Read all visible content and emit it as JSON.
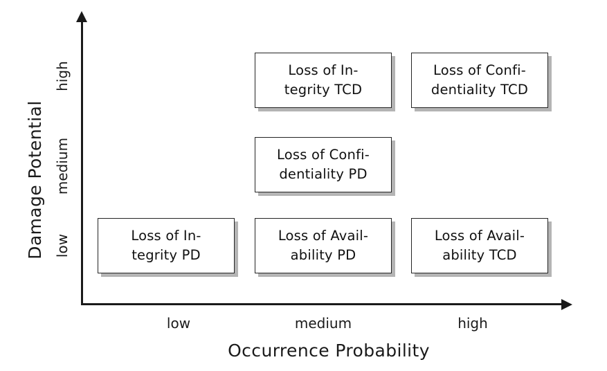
{
  "chart_data": {
    "type": "heatmap",
    "title": "",
    "xlabel": "Occurrence Probability",
    "ylabel": "Damage Potential",
    "x_categories": [
      "low",
      "medium",
      "high"
    ],
    "y_categories": [
      "low",
      "medium",
      "high"
    ],
    "grid": false,
    "legend": "none",
    "cells": [
      {
        "x": "medium",
        "y": "high",
        "label": "Loss of Integrity TCD",
        "line1": "Loss of In-",
        "line2": "tegrity TCD"
      },
      {
        "x": "high",
        "y": "high",
        "label": "Loss of Confidentiality TCD",
        "line1": "Loss of Confi-",
        "line2": "dentiality TCD"
      },
      {
        "x": "medium",
        "y": "medium",
        "label": "Loss of Confidentiality PD",
        "line1": "Loss of Confi-",
        "line2": "dentiality PD"
      },
      {
        "x": "low",
        "y": "low",
        "label": "Loss of Integrity PD",
        "line1": "Loss of In-",
        "line2": "tegrity PD"
      },
      {
        "x": "medium",
        "y": "low",
        "label": "Loss of Availability PD",
        "line1": "Loss of Avail-",
        "line2": "ability PD"
      },
      {
        "x": "high",
        "y": "low",
        "label": "Loss of Availability TCD",
        "line1": "Loss of Avail-",
        "line2": "ability TCD"
      }
    ]
  },
  "axes": {
    "y": {
      "title": "Damage Potential",
      "ticks": {
        "high": "high",
        "medium": "medium",
        "low": "low"
      }
    },
    "x": {
      "title": "Occurrence Probability",
      "ticks": {
        "low": "low",
        "medium": "medium",
        "high": "high"
      }
    }
  },
  "colors": {
    "axis": "#1a1a1a",
    "box_border": "#232323",
    "box_fill": "#ffffff",
    "box_shadow": "#b4b4b4",
    "text": "#101010",
    "background": "#ffffff"
  }
}
